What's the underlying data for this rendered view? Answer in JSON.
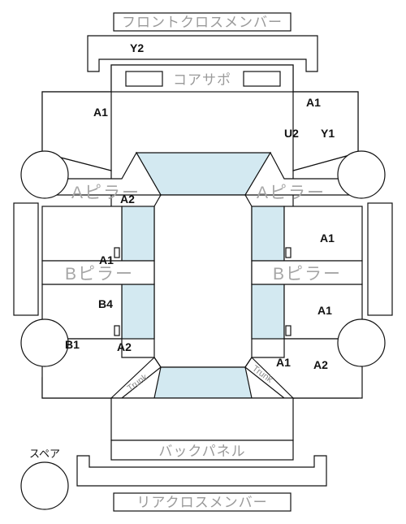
{
  "labels": {
    "front_cross_member": "フロントクロスメンバー",
    "core_support": "コアサポ",
    "a_pillar": "Aピラー",
    "b_pillar": "Bピラー",
    "back_panel": "バックパネル",
    "rear_cross_member": "リアクロスメンバー",
    "spare": "スペア",
    "trunk": "Trunk"
  },
  "codes": {
    "y2": "Y2",
    "a1_top_left": "A1",
    "a1_top_right": "A1",
    "u2": "U2",
    "y1": "Y1",
    "a2_left_upper": "A2",
    "a1_right_upper": "A1",
    "a1_left_mid": "A1",
    "b4_left": "B4",
    "a1_right_mid": "A1",
    "b1_left": "B1",
    "a2_left_lower": "A2",
    "a1_right_lower": "A1",
    "a2_right_lower": "A2"
  },
  "colors": {
    "glass": "#d3e9f1",
    "label_gray": "#9a9a9a"
  }
}
